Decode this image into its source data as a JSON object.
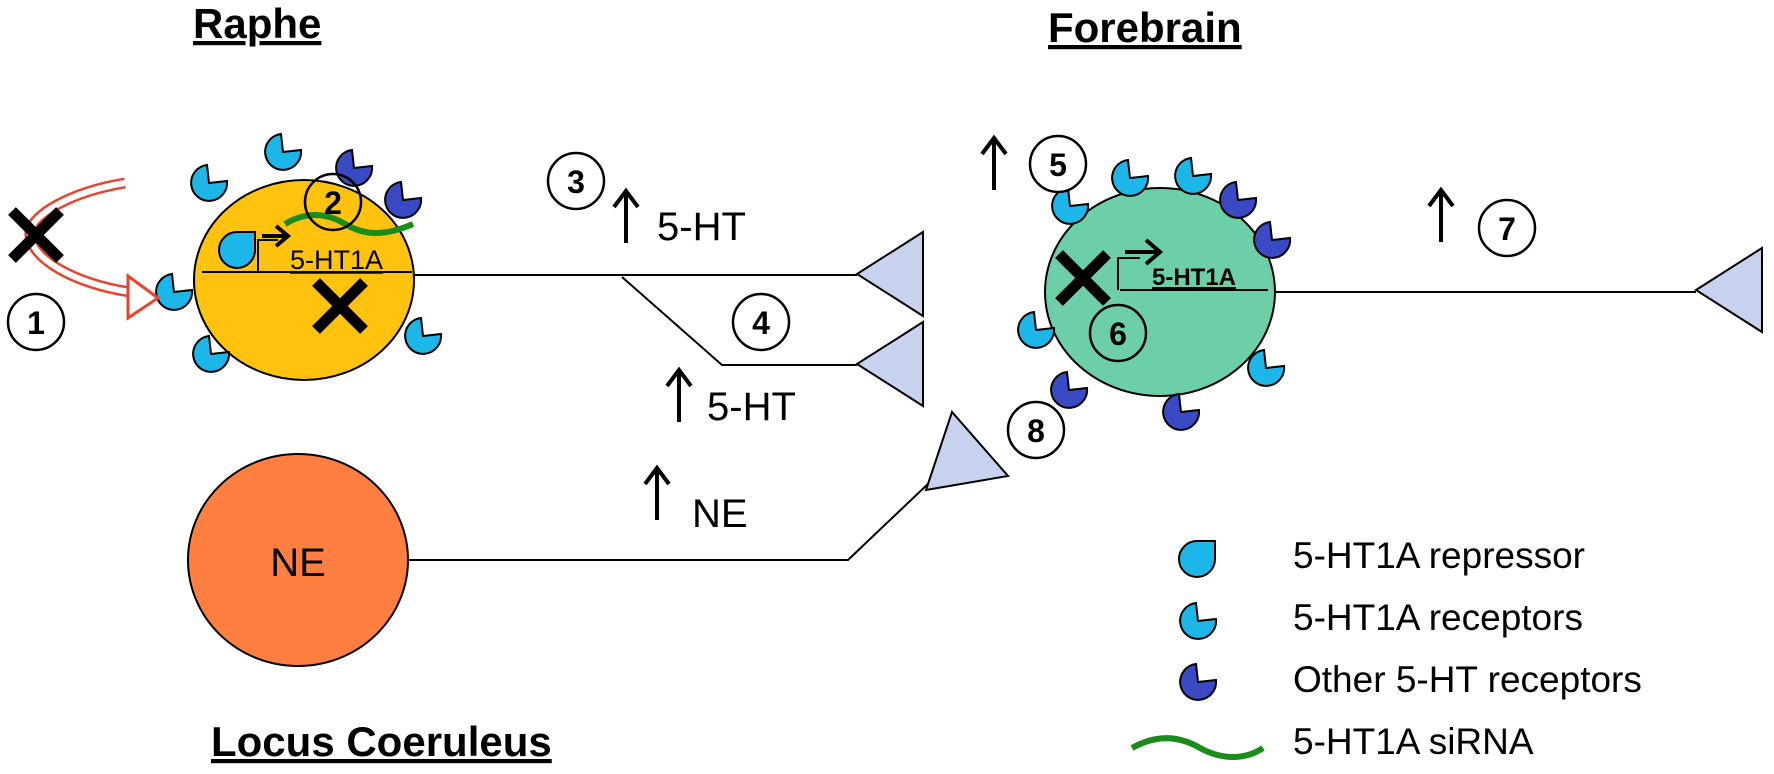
{
  "titles": {
    "raphe": "Raphe",
    "forebrain": "Forebrain",
    "locus": "Locus Coeruleus"
  },
  "steps": [
    "1",
    "2",
    "3",
    "4",
    "5",
    "6",
    "7",
    "8"
  ],
  "labels": {
    "raphe_gene": "5-HT1A",
    "forebrain_gene": "5-HT1A",
    "ht_top": "5-HT",
    "ht_bottom": "5-HT",
    "ne_arrow": "NE",
    "ne_cell": "NE"
  },
  "legend": [
    {
      "icon": "repressor-icon",
      "label": "5-HT1A repressor"
    },
    {
      "icon": "receptor-light-icon",
      "label": "5-HT1A receptors"
    },
    {
      "icon": "receptor-dark-icon",
      "label": "Other 5-HT receptors"
    },
    {
      "icon": "sirna-icon",
      "label": "5-HT1A siRNA"
    }
  ],
  "colors": {
    "raphe_cell": "#FFC20E",
    "forebrain_cell": "#6CCFA8",
    "ne_cell": "#FF7F40",
    "receptor_light": "#1CB6E8",
    "receptor_dark": "#3A49C4",
    "sirna": "#1A8C1A",
    "terminal": "#C7D3EE",
    "red_arrow": "#E8432E"
  }
}
